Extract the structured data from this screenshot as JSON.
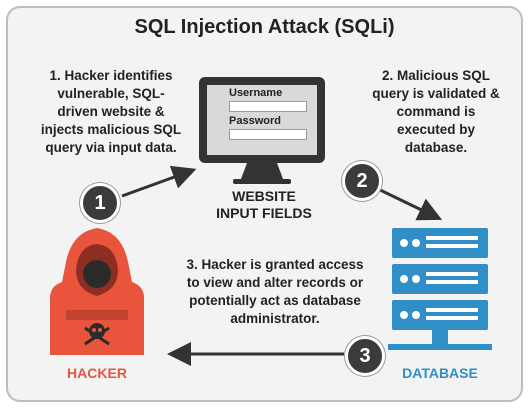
{
  "title": "SQL Injection Attack (SQLi)",
  "steps": {
    "step1": "1. Hacker identifies\nvulnerable, SQL-\ndriven website &\ninjects malicious SQL\nquery via input data.",
    "step2": "2. Malicious SQL\nquery is validated &\ncommand is\nexecuted by\ndatabase.",
    "step3": "3. Hacker is granted access\nto view and alter records or\npotentially act as database\nadministrator."
  },
  "badges": {
    "one": "1",
    "two": "2",
    "three": "3"
  },
  "monitor": {
    "username_label": "Username",
    "password_label": "Password",
    "caption_line1": "WEBSITE",
    "caption_line2": "INPUT FIELDS"
  },
  "hacker_label": "HACKER",
  "database_label": "DATABASE",
  "colors": {
    "hacker_red": "#e8553c",
    "database_blue": "#2f8fc6",
    "dark": "#333333"
  },
  "icons": {
    "hacker": "hooded-hacker-icon",
    "database": "server-stack-icon",
    "monitor": "computer-monitor-icon",
    "skull": "skull-crossbones-icon"
  }
}
